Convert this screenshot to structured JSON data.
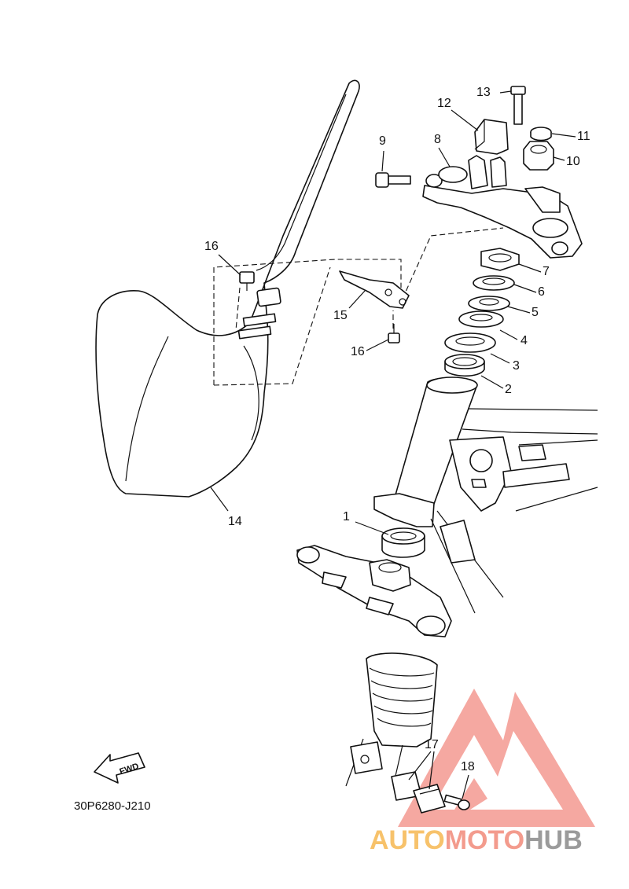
{
  "diagram": {
    "code": "30P6280-J210",
    "fwd_label": "FWD",
    "callouts": [
      "1",
      "2",
      "3",
      "4",
      "5",
      "6",
      "7",
      "8",
      "9",
      "10",
      "11",
      "12",
      "13",
      "14",
      "15",
      "16",
      "16",
      "17",
      "18"
    ]
  },
  "watermark": {
    "part1": "AUTO",
    "part2": "MOTO",
    "part3": "HUB",
    "colors": {
      "triangle": "#f28b82",
      "auto": "#f7c26b",
      "moto": "#f39b8d",
      "hub": "#9b9b9b"
    }
  }
}
